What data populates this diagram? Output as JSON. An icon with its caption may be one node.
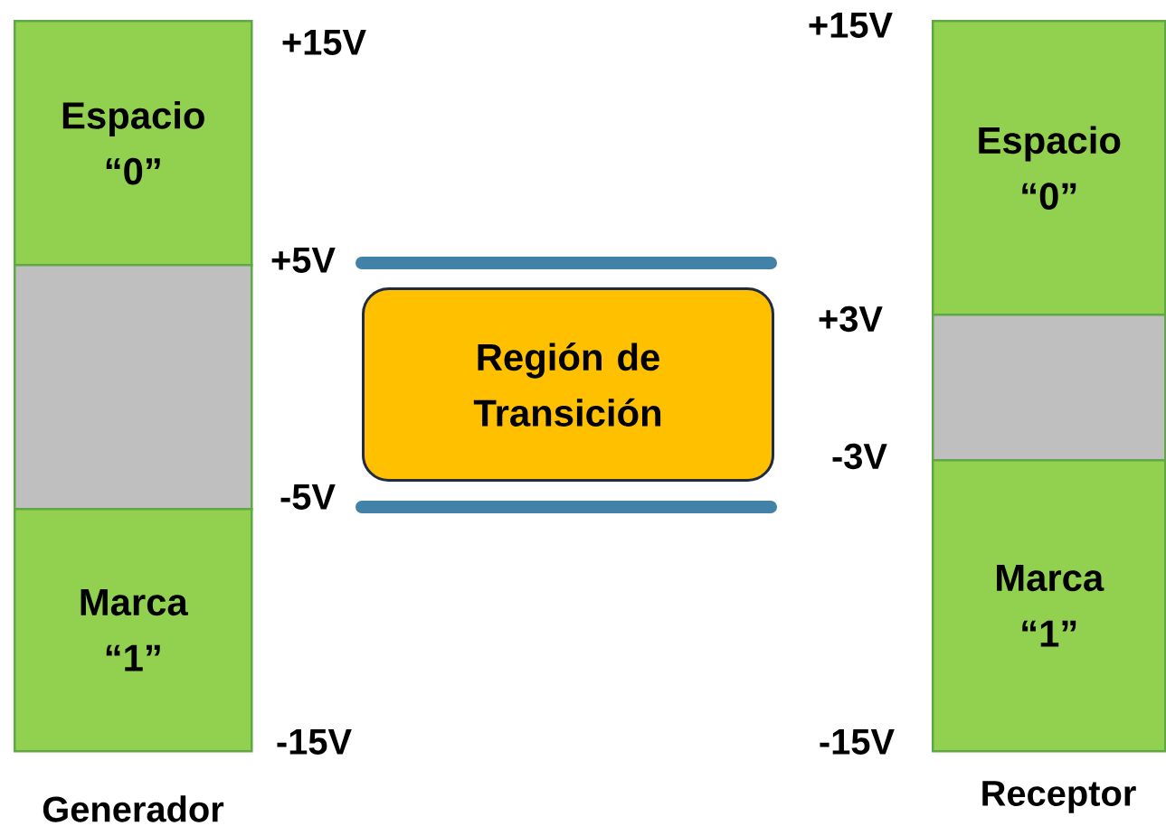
{
  "diagram": {
    "nodes": [
      {
        "text": [
          "Espacio “0”"
        ]
      },
      {
        "text": [],
        "shape": "box"
      },
      {
        "text": [
          "Marca “1”"
        ]
      },
      {
        "text": [
          "Región de Transición"
        ]
      },
      {
        "text": [
          "Espacio “0”"
        ]
      },
      {
        "text": [],
        "shape": "box"
      },
      {
        "text": [
          "Marca “1”"
        ]
      }
    ],
    "edges": [],
    "labels": [
      "+15V",
      "+15V",
      "+5V",
      "+3V",
      "-3V",
      "-5V",
      "-15V",
      "-15V",
      "Receptor",
      "Generador"
    ]
  }
}
